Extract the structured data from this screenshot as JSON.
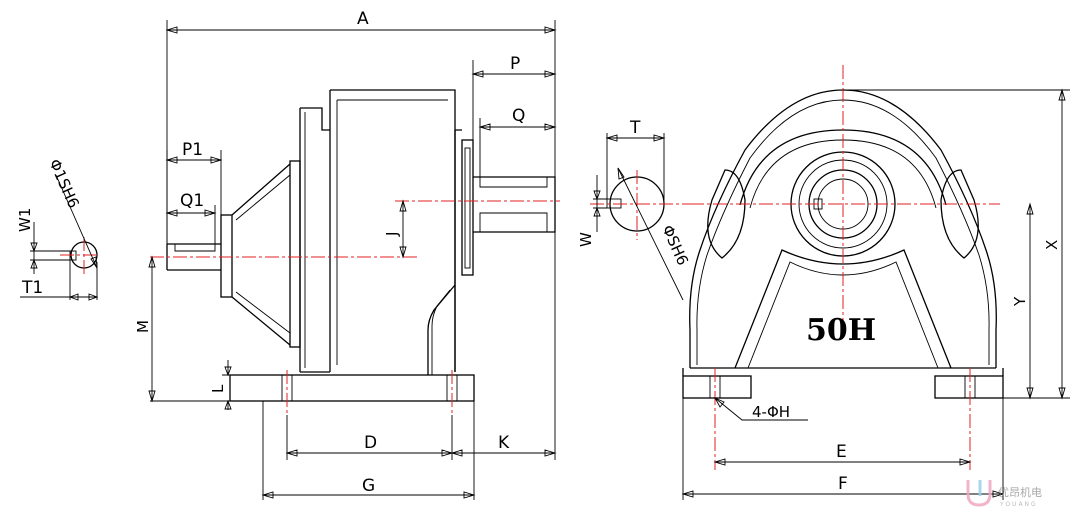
{
  "labels": {
    "A": "A",
    "P": "P",
    "Q": "Q",
    "P1": "P1",
    "Q1": "Q1",
    "J": "J",
    "M": "M",
    "L": "L",
    "D": "D",
    "K": "K",
    "G": "G",
    "W1": "W1",
    "T1": "T1",
    "shaft_small": "Φ1SH6",
    "T": "T",
    "W": "W",
    "shaft_large": "ΦSH6",
    "X": "X",
    "Y": "Y",
    "E": "E",
    "F": "F",
    "holes": "4-ΦH"
  },
  "model": "50H",
  "watermark": {
    "logo": "U",
    "text": "优昂机电",
    "sub": "YOUANG"
  }
}
